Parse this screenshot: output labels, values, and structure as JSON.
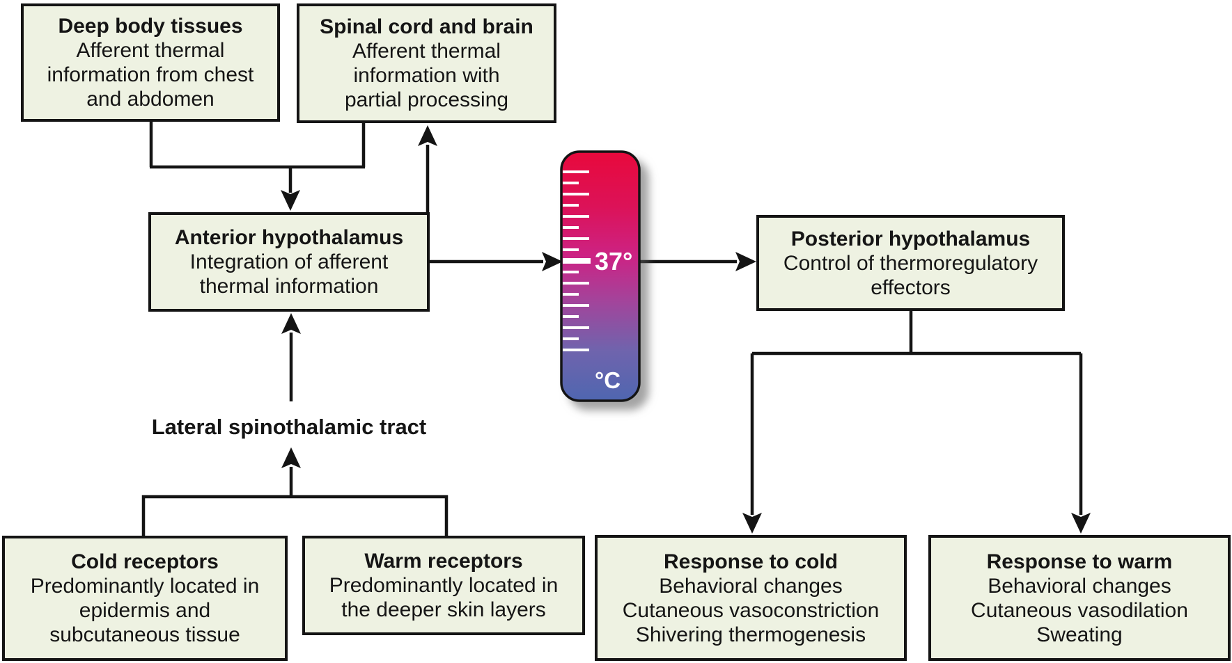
{
  "nodes": {
    "deep_body": {
      "title": "Deep body tissues",
      "body": [
        "Afferent thermal",
        "information from chest",
        "and abdomen"
      ]
    },
    "spinal": {
      "title": "Spinal cord and brain",
      "body": [
        "Afferent thermal",
        "information with",
        "partial processing"
      ]
    },
    "anterior": {
      "title": "Anterior hypothalamus",
      "body": [
        "Integration of afferent",
        "thermal information"
      ]
    },
    "posterior": {
      "title": "Posterior hypothalamus",
      "body": [
        "Control of thermoregulatory",
        "effectors"
      ]
    },
    "cold_receptors": {
      "title": "Cold receptors",
      "body": [
        "Predominantly located in",
        "epidermis and",
        "subcutaneous tissue"
      ]
    },
    "warm_receptors": {
      "title": "Warm receptors",
      "body": [
        "Predominantly located in",
        "the deeper skin layers"
      ]
    },
    "response_cold": {
      "title": "Response to cold",
      "body": [
        "Behavioral changes",
        "Cutaneous vasoconstriction",
        "Shivering thermogenesis"
      ]
    },
    "response_warm": {
      "title": "Response to warm",
      "body": [
        "Behavioral changes",
        "Cutaneous vasodilation",
        "Sweating"
      ]
    }
  },
  "labels": {
    "lateral_tract": "Lateral spinothalamic tract"
  },
  "thermometer": {
    "reading": "37°",
    "unit": "°C"
  },
  "colors": {
    "box_fill": "#eef2e2",
    "box_border": "#141414",
    "connector": "#141414",
    "tick": "#ffffff",
    "thermo_gradient": [
      "#e8093c",
      "#dc1258",
      "#cc2384",
      "#a3449b",
      "#6f64ad",
      "#4f66b0"
    ]
  }
}
